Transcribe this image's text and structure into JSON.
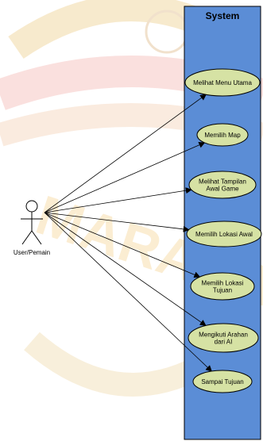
{
  "diagram": {
    "type": "use-case",
    "system": {
      "title": "System",
      "fill": "#5b8dd6"
    },
    "actor": {
      "label": "User/Pemain"
    },
    "use_cases": [
      {
        "id": "uc1",
        "lines": [
          "Melihat Menu Utama"
        ]
      },
      {
        "id": "uc2",
        "lines": [
          "Memilih Map"
        ]
      },
      {
        "id": "uc3",
        "lines": [
          "Melihat Tampilan",
          "Awal Game"
        ]
      },
      {
        "id": "uc4",
        "lines": [
          "Memilih Lokasi Awal"
        ]
      },
      {
        "id": "uc5",
        "lines": [
          "Memilih Lokasi",
          "Tujuan"
        ]
      },
      {
        "id": "uc6",
        "lines": [
          "Mengikuti Arahan",
          "dari AI"
        ]
      },
      {
        "id": "uc7",
        "lines": [
          "Sampai Tujuan"
        ]
      }
    ],
    "use_case_fill": "#d6e2a4",
    "watermark": {
      "text": "MARANATHA",
      "color": "#f3d08a"
    }
  }
}
